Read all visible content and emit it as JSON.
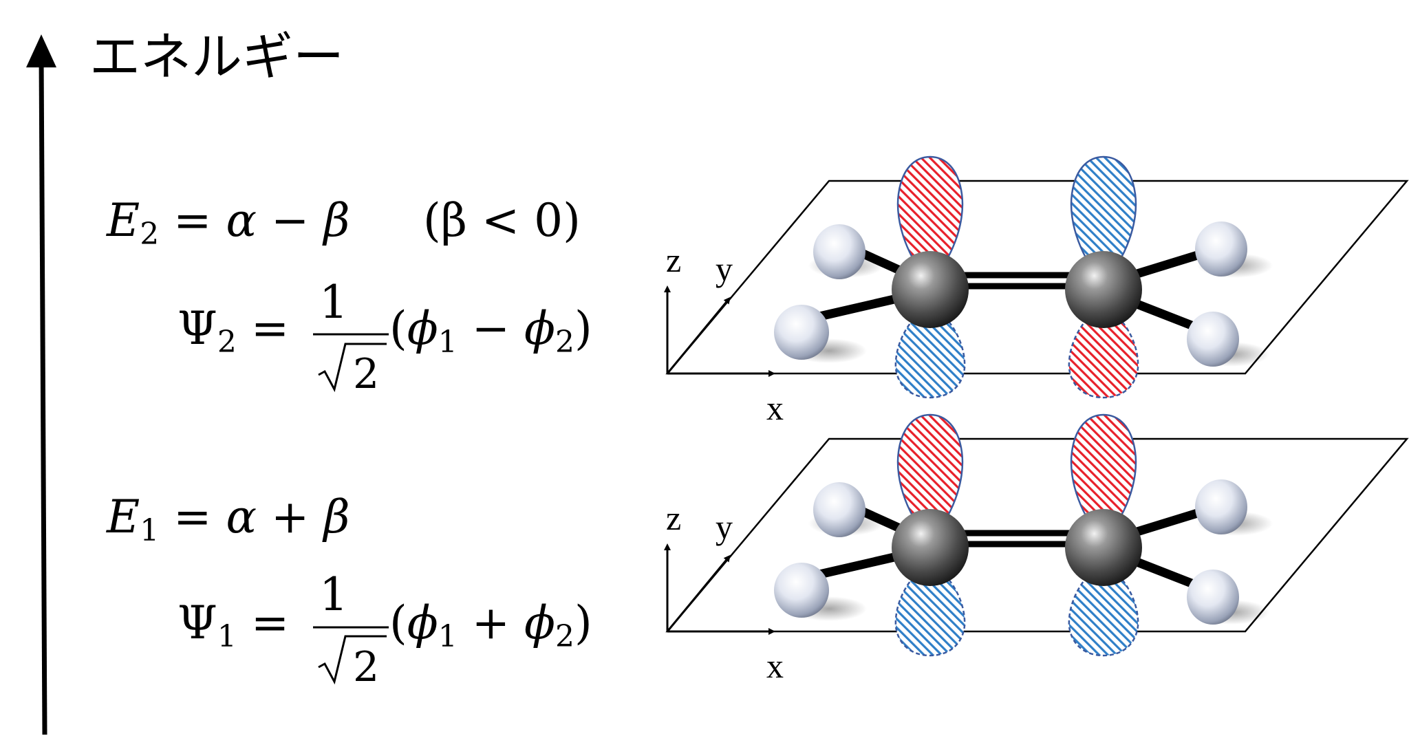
{
  "energy_axis": {
    "label": "エネルギー"
  },
  "levels": [
    {
      "id": "upper",
      "energy": {
        "lhs": "E",
        "lhs_sub": "2",
        "rhs_alpha": "α",
        "op": "−",
        "rhs_beta": "β",
        "condition": "(β < 0)"
      },
      "wavefunction": {
        "psi": "Ψ",
        "psi_sub": "2",
        "numer": "1",
        "denom": "2",
        "phi": "ϕ",
        "phi1_sub": "1",
        "phi2_sub": "2",
        "op": "−"
      },
      "lobe_colors": {
        "left_top": "#e8202a",
        "left_bottom": "#2f7fc8",
        "right_top": "#2f7fc8",
        "right_bottom": "#e8202a"
      }
    },
    {
      "id": "lower",
      "energy": {
        "lhs": "E",
        "lhs_sub": "1",
        "rhs_alpha": "α",
        "op": "+",
        "rhs_beta": "β",
        "condition": ""
      },
      "wavefunction": {
        "psi": "Ψ",
        "psi_sub": "1",
        "numer": "1",
        "denom": "2",
        "phi": "ϕ",
        "phi1_sub": "1",
        "phi2_sub": "2",
        "op": "+"
      },
      "lobe_colors": {
        "left_top": "#e8202a",
        "left_bottom": "#2f7fc8",
        "right_top": "#e8202a",
        "right_bottom": "#2f7fc8"
      }
    }
  ],
  "axes_labels": {
    "x": "x",
    "y": "y",
    "z": "z"
  },
  "colors": {
    "red": "#e8202a",
    "blue": "#2f7fc8",
    "outline": "#3a5aa0"
  }
}
